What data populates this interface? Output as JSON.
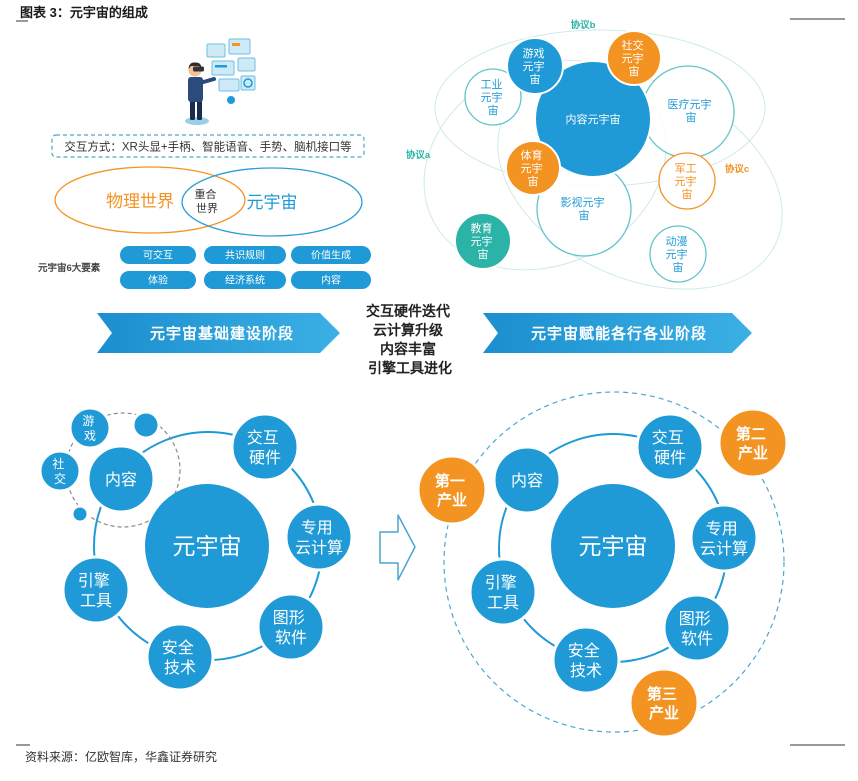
{
  "title": "图表 3：元宇宙的组成",
  "source": "资料来源：亿欧智库，华鑫证券研究",
  "colors": {
    "blue": "#1f9ad6",
    "orange": "#f39322",
    "teal": "#2ab3a6",
    "light_teal": "#62c4c9"
  },
  "composition": {
    "interaction": "交互方式：XR头显+手柄、智能语音、手势、脑机接口等",
    "physical_world": "物理世界",
    "metaverse": "元宇宙",
    "overlap": [
      "重合",
      "世界"
    ],
    "elements_label": "元宇宙6大要素",
    "elements": [
      "可交互",
      "共识规则",
      "价值生成",
      "体验",
      "经济系统",
      "内容"
    ]
  },
  "protocols": {
    "a": "协议a",
    "b": "协议b",
    "c": "协议c"
  },
  "sub_metaverses": {
    "content": [
      "内容元宇宙"
    ],
    "game": [
      "游戏",
      "元宇",
      "宙"
    ],
    "social": [
      "社交",
      "元宇",
      "宙"
    ],
    "industry": [
      "工业",
      "元宇",
      "宙"
    ],
    "medical": [
      "医疗元宇",
      "宙"
    ],
    "sports": [
      "体育",
      "元宇",
      "宙"
    ],
    "film": [
      "影视元宇",
      "宙"
    ],
    "military": [
      "军工",
      "元宇",
      "宙"
    ],
    "education": [
      "教育",
      "元宇",
      "宙"
    ],
    "animation": [
      "动漫",
      "元宇",
      "宙"
    ]
  },
  "stages": {
    "infrastructure": "元宇宙基础建设阶段",
    "empowerment": "元宇宙赋能各行各业阶段",
    "drivers": [
      "交互硬件迭代",
      "云计算升级",
      "内容丰富",
      "引擎工具进化"
    ]
  },
  "infrastructure_diagram": {
    "core": "元宇宙",
    "content": [
      "内容"
    ],
    "hardware": [
      "交互",
      "硬件"
    ],
    "cloud": [
      "专用",
      "云计算"
    ],
    "graphics": [
      "图形",
      "软件"
    ],
    "security": [
      "安全",
      "技术"
    ],
    "engine": [
      "引擎",
      "工具"
    ],
    "game": [
      "游",
      "戏"
    ],
    "social": [
      "社",
      "交"
    ]
  },
  "empowerment_diagram": {
    "core": "元宇宙",
    "content": [
      "内容"
    ],
    "hardware": [
      "交互",
      "硬件"
    ],
    "cloud": [
      "专用",
      "云计算"
    ],
    "graphics": [
      "图形",
      "软件"
    ],
    "security": [
      "安全",
      "技术"
    ],
    "engine": [
      "引擎",
      "工具"
    ],
    "primary": [
      "第一",
      "产业"
    ],
    "secondary": [
      "第二",
      "产业"
    ],
    "tertiary": [
      "第三",
      "产业"
    ]
  }
}
